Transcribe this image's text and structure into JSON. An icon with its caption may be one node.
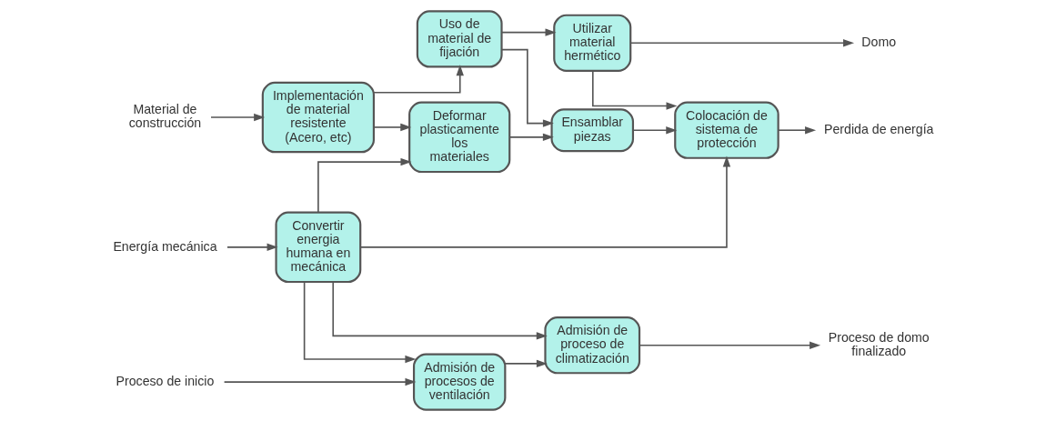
{
  "diagram": {
    "nodes": [
      {
        "text": [
          "Material de construcción"
        ]
      },
      {
        "text": [
          "Implementación de material resistente (Acero, etc)"
        ]
      },
      {
        "text": [
          "Uso de material de fijación"
        ]
      },
      {
        "text": [
          "Utilizar material hermético"
        ]
      },
      {
        "text": [
          "Domo"
        ]
      },
      {
        "text": [
          "Energía mecánica"
        ]
      },
      {
        "text": [
          "Convertir energia humana en mecánica"
        ]
      },
      {
        "text": [
          "Deformar plasticamente los materiales"
        ]
      },
      {
        "text": [
          "Ensamblar piezas"
        ]
      },
      {
        "text": [
          "Colocación de sistema de protección"
        ]
      },
      {
        "text": [
          "Perdida de energía"
        ]
      },
      {
        "text": [
          "Proceso de inicio"
        ]
      },
      {
        "text": [
          "Admisión de procesos de ventilación"
        ]
      },
      {
        "text": [
          "Admisión de proceso de climatización"
        ]
      },
      {
        "text": [
          "Proceso de domo finalizado"
        ]
      }
    ],
    "edges": [
      {
        "from": 0,
        "to": 1,
        "arrow": "to"
      },
      {
        "from": 1,
        "to": 2,
        "arrow": "to"
      },
      {
        "from": 2,
        "to": 3,
        "arrow": "to"
      },
      {
        "from": 3,
        "to": 4,
        "arrow": "to"
      },
      {
        "from": 1,
        "to": 7,
        "arrow": "to"
      },
      {
        "from": 2,
        "to": 8,
        "arrow": "to"
      },
      {
        "from": 3,
        "to": 9,
        "arrow": "to"
      },
      {
        "from": 5,
        "to": 6,
        "arrow": "to"
      },
      {
        "from": 6,
        "to": 7,
        "arrow": "to"
      },
      {
        "from": 7,
        "to": 8,
        "arrow": "to"
      },
      {
        "from": 8,
        "to": 9,
        "arrow": "to"
      },
      {
        "from": 9,
        "to": 10,
        "arrow": "to"
      },
      {
        "from": 6,
        "to": 12,
        "arrow": "to"
      },
      {
        "from": 6,
        "to": 13,
        "arrow": "to"
      },
      {
        "from": 6,
        "to": 9,
        "arrow": "to"
      },
      {
        "from": 11,
        "to": 12,
        "arrow": "to"
      },
      {
        "from": 12,
        "to": 13,
        "arrow": "to"
      },
      {
        "from": 13,
        "to": 14,
        "arrow": "to"
      }
    ]
  }
}
